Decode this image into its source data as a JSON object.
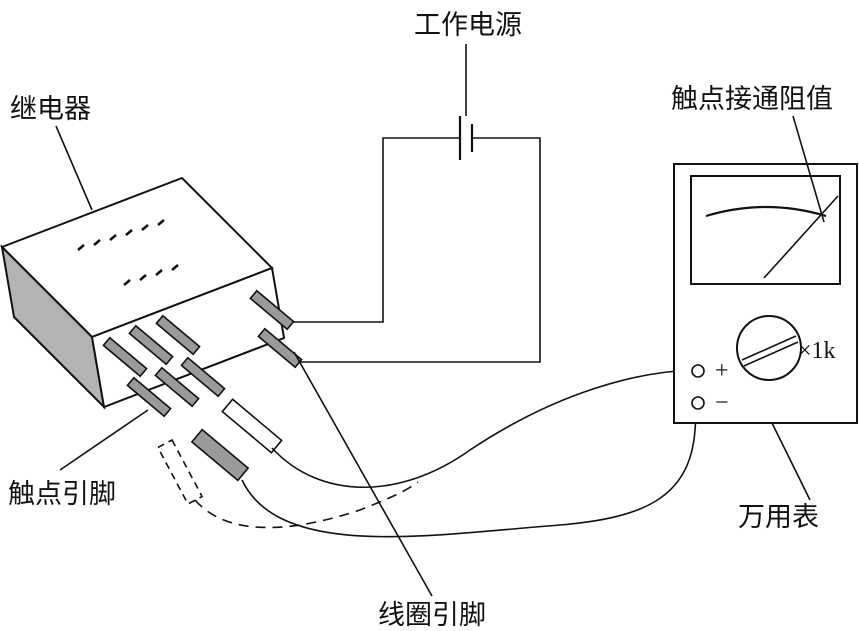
{
  "labels": {
    "power_supply": "工作电源",
    "relay": "继电器",
    "contact_resistance": "触点接通阻值",
    "range_setting": "×1k",
    "contact_pins": "触点引脚",
    "multimeter": "万用表",
    "coil_pins": "线圈引脚",
    "terminal_plus": "+",
    "terminal_minus": "−"
  }
}
